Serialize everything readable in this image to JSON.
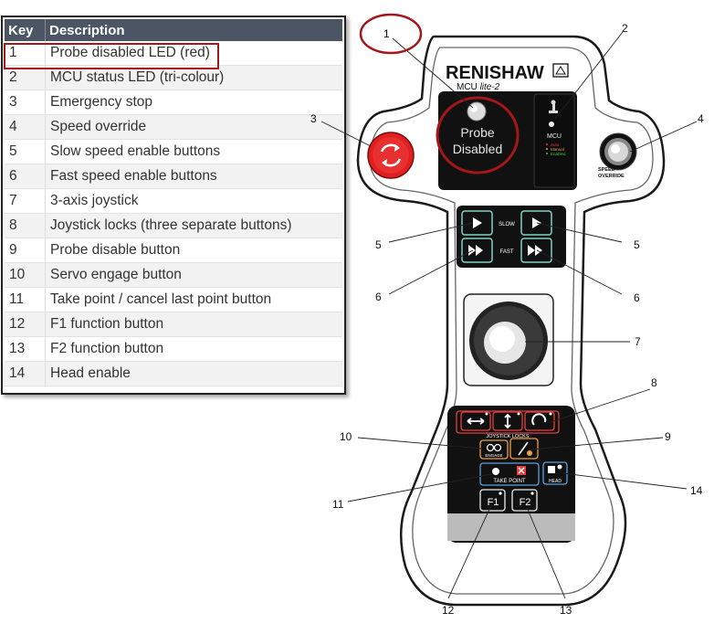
{
  "table": {
    "header_key": "Key",
    "header_description": "Description",
    "rows": [
      {
        "key": "1",
        "description": "Probe disabled LED (red)"
      },
      {
        "key": "2",
        "description": "MCU status LED (tri-colour)"
      },
      {
        "key": "3",
        "description": "Emergency stop"
      },
      {
        "key": "4",
        "description": "Speed override"
      },
      {
        "key": "5",
        "description": "Slow speed enable buttons"
      },
      {
        "key": "6",
        "description": "Fast speed enable buttons"
      },
      {
        "key": "7",
        "description": "3-axis joystick"
      },
      {
        "key": "8",
        "description": "Joystick locks (three separate buttons)"
      },
      {
        "key": "9",
        "description": "Probe disable button"
      },
      {
        "key": "10",
        "description": "Servo engage button"
      },
      {
        "key": "11",
        "description": "Take point / cancel last point button"
      },
      {
        "key": "12",
        "description": "F1 function button"
      },
      {
        "key": "13",
        "description": "F2 function button"
      },
      {
        "key": "14",
        "description": "Head enable"
      }
    ]
  },
  "device": {
    "brand": "RENISHAW",
    "model_prefix": "MCU",
    "model_suffix": "lite-2",
    "probe_label_line1": "Probe",
    "probe_label_line2": "Disabled",
    "mcu_label": "MCU",
    "status_auto": "Auto",
    "status_manual": "Manual",
    "status_enabled": "Enabled",
    "speed_override_line1": "SPEED",
    "speed_override_line2": "OVERRIDE",
    "slow_label": "SLOW",
    "fast_label": "FAST",
    "joystick_locks_label": "JOYSTICK LOCKS",
    "engage_label": "ENGAGE",
    "take_point_label": "TAKE POINT",
    "head_label": "HEAD",
    "f1_label": "F1",
    "f2_label": "F2"
  },
  "callouts": {
    "c1": "1",
    "c2": "2",
    "c3": "3",
    "c4": "4",
    "c5a": "5",
    "c5b": "5",
    "c6a": "6",
    "c6b": "6",
    "c7": "7",
    "c8": "8",
    "c9": "9",
    "c10": "10",
    "c11": "11",
    "c12": "12",
    "c13": "13",
    "c14": "14"
  },
  "colors": {
    "highlight": "#a3161a",
    "header_bg": "#4b5563",
    "estop": "#e02020",
    "panel": "#111111",
    "slow_fast_border": "#7fd1c0",
    "locks_border": "#e04040",
    "engage_border": "#f0a040",
    "takepoint_border": "#5aa0e0"
  }
}
